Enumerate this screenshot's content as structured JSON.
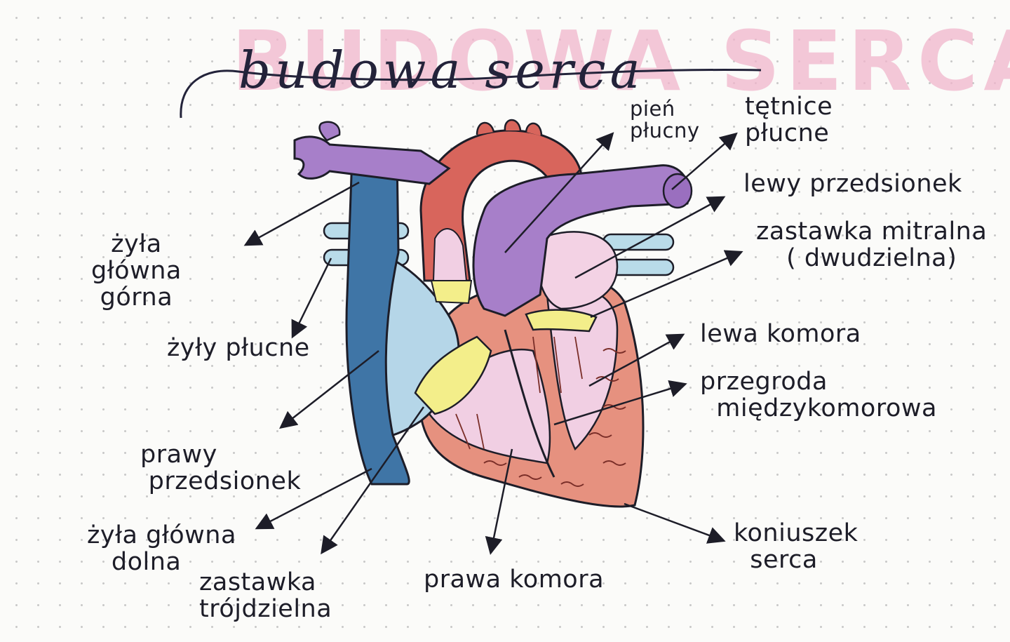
{
  "header": {
    "watermark": "BUDOWA SERCA",
    "title": "budowa serca"
  },
  "labels": {
    "pien_plucny": "pień\npłucny",
    "tetnice_plucne": "tętnice\npłucne",
    "lewy_przedsionek": "lewy przedsionek",
    "zastawka_mitralna": "zastawka mitralna\n( dwudzielna)",
    "zyla_glowna_gorna": "żyła\ngłówna\ngórna",
    "zyly_plucne": "żyły płucne",
    "lewa_komora": "lewa komora",
    "przegroda": "przegroda\n  międzykomorowa",
    "prawy_przedsionek": "prawy\n przedsionek",
    "zyla_glowna_dolna": "żyła główna\n   dolna",
    "zastawka_trojdzielna": "zastawka\ntrójdzielna",
    "prawa_komora": "prawa komora",
    "koniuszek_serca": "koniuszek\n  serca"
  },
  "colors": {
    "vena_cava_blue": "#3b6f9e",
    "right_atrium_light_blue": "#b5d6e8",
    "pulmonary_trunk_purple": "#a77fc9",
    "aorta_red": "#d9605a",
    "heart_muscle_red": "#e58b7d",
    "ventricle_pink": "#f0cde2",
    "valve_yellow": "#f3ee8a",
    "ink": "#1d1d28"
  }
}
